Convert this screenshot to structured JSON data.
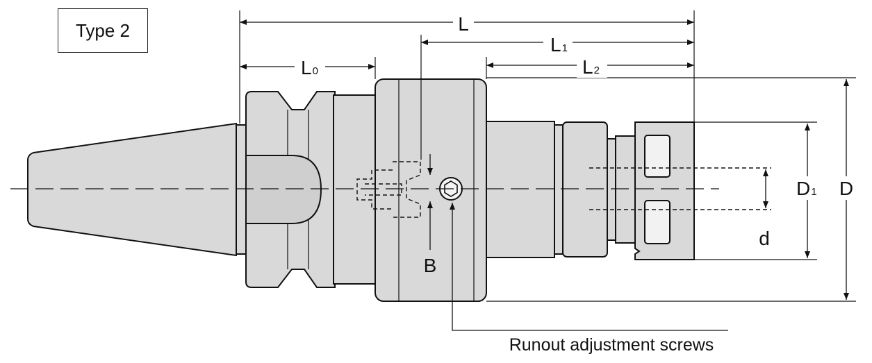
{
  "type_label": "Type 2",
  "dimensions": {
    "L": {
      "main": "L",
      "sub": ""
    },
    "L1": {
      "main": "L",
      "sub": "1"
    },
    "L0": {
      "main": "L",
      "sub": "0"
    },
    "L2": {
      "main": "L",
      "sub": "2"
    },
    "D": {
      "main": "D",
      "sub": ""
    },
    "D1": {
      "main": "D",
      "sub": "1"
    },
    "d": {
      "main": "d",
      "sub": ""
    },
    "B": {
      "main": "B",
      "sub": ""
    }
  },
  "callout": "Runout adjustment screws"
}
